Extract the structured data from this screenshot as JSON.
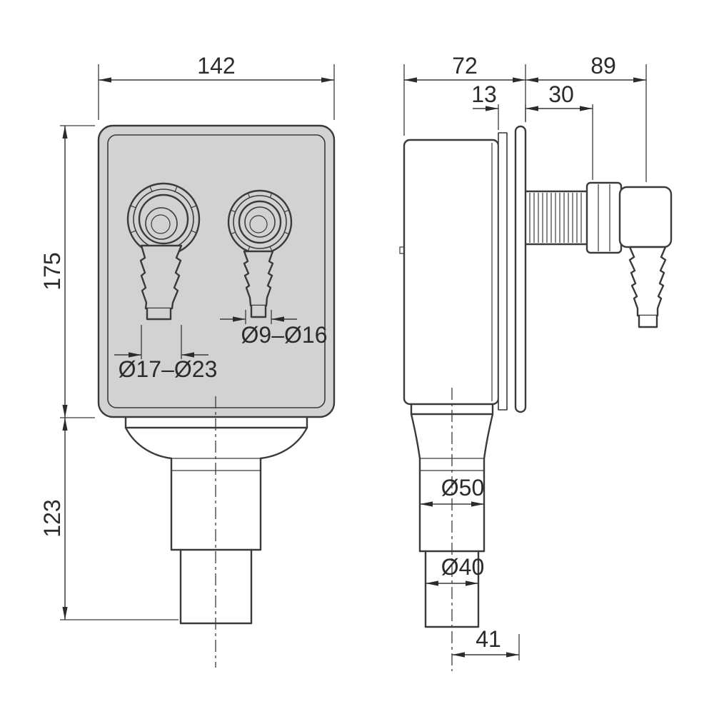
{
  "drawing": {
    "type": "technical-drawing",
    "views": {
      "front": {
        "dim_width": "142",
        "dim_height_upper": "175",
        "dim_height_lower": "123",
        "dim_hose_large": "Ø17–Ø23",
        "dim_hose_small": "Ø9–Ø16"
      },
      "side": {
        "dim_depth": "72",
        "dim_projection": "89",
        "dim_plate_offset": "13",
        "dim_thread": "30",
        "dim_outlet_upper": "Ø50",
        "dim_outlet_lower": "Ø40",
        "dim_axis_offset": "41"
      }
    },
    "colors": {
      "line": "#3a3a3a",
      "text": "#2b2b2b",
      "body_fill": "#d2d2d2",
      "background": "#ffffff"
    }
  }
}
